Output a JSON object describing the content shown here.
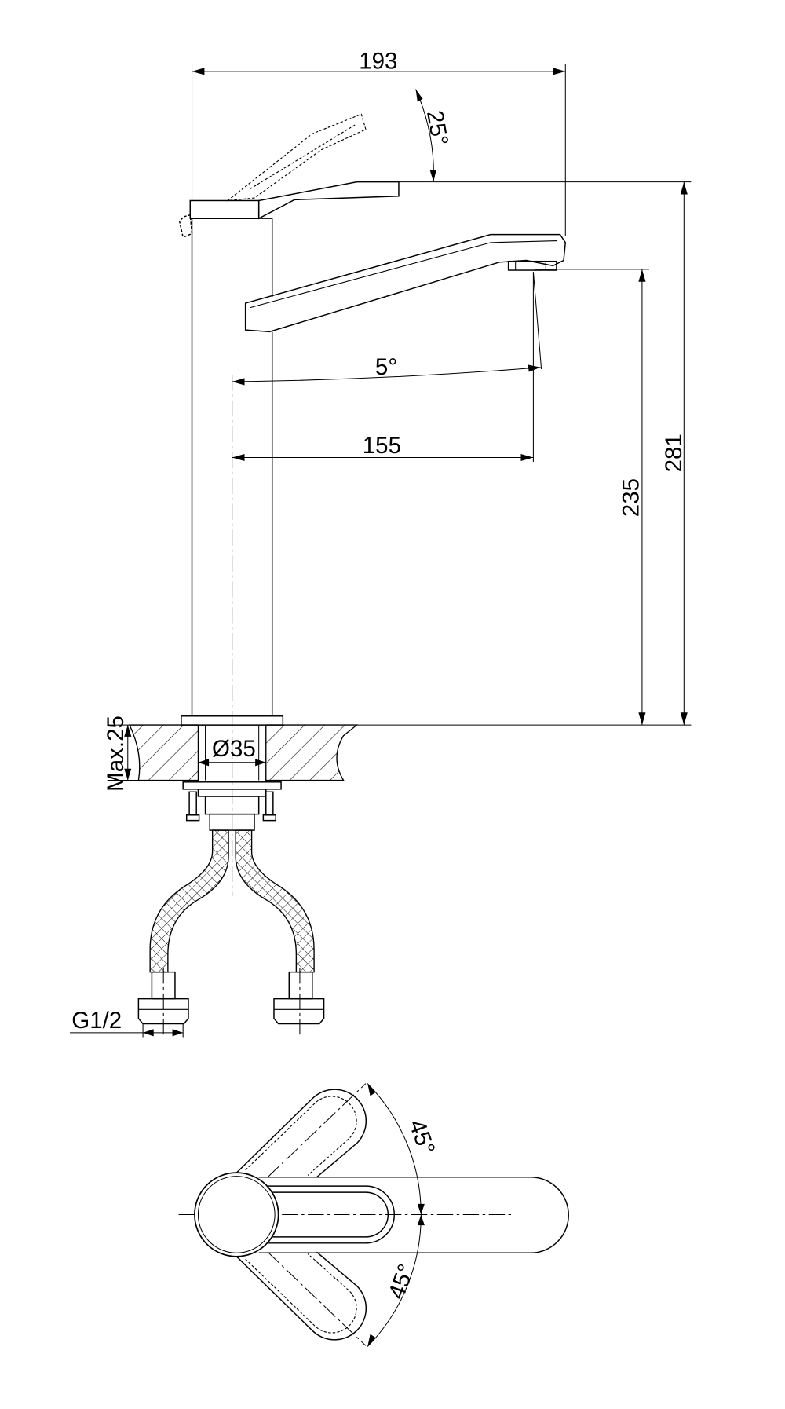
{
  "drawing": {
    "dimensions": {
      "overall_width": "193",
      "handle_angle": "25°",
      "spout_angle": "5°",
      "spout_reach": "155",
      "spout_height": "235",
      "overall_height": "281",
      "max_counter_thickness": "Max.25",
      "hole_diameter": "Ø35",
      "connection_thread": "G1/2",
      "rotation_left": "45°",
      "rotation_right": "45°"
    }
  }
}
